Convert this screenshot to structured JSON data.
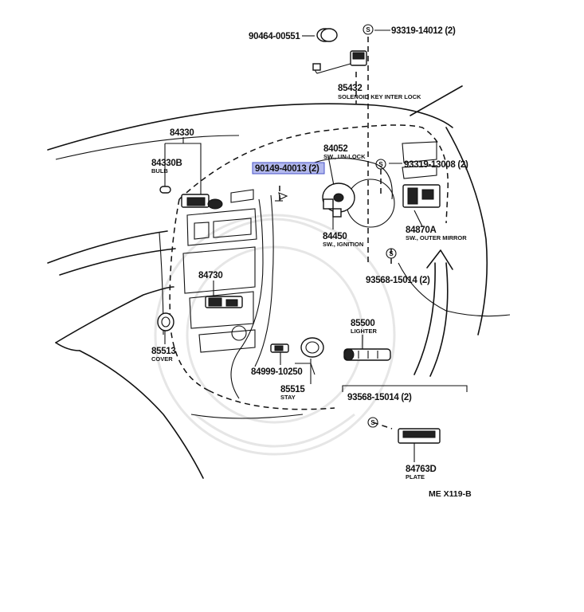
{
  "parts": [
    {
      "id": "p90464",
      "number": "90464-00551",
      "desc": ""
    },
    {
      "id": "p93319a",
      "number": "93319-14012 (2)",
      "desc": ""
    },
    {
      "id": "p85432",
      "number": "85432",
      "desc": "SOLENOID KEY INTER LOCK"
    },
    {
      "id": "p84330",
      "number": "84330",
      "desc": ""
    },
    {
      "id": "p84330b",
      "number": "84330B",
      "desc": "BULB"
    },
    {
      "id": "p90149",
      "number": "90149-40013 (2)",
      "desc": "",
      "highlighted": true
    },
    {
      "id": "p84052",
      "number": "84052",
      "desc": "SW., UN-LOCK"
    },
    {
      "id": "p93319b",
      "number": "93319-13008 (2)",
      "desc": ""
    },
    {
      "id": "p84870a",
      "number": "84870A",
      "desc": "SW., OUTER MIRROR"
    },
    {
      "id": "p84450",
      "number": "84450",
      "desc": "SW., IGNITION"
    },
    {
      "id": "p93568a",
      "number": "93568-15014 (2)",
      "desc": ""
    },
    {
      "id": "p84730",
      "number": "84730",
      "desc": ""
    },
    {
      "id": "p85500",
      "number": "85500",
      "desc": "LIGHTER"
    },
    {
      "id": "p85513",
      "number": "85513",
      "desc": "COVER"
    },
    {
      "id": "p84999",
      "number": "84999-10250",
      "desc": ""
    },
    {
      "id": "p85515",
      "number": "85515",
      "desc": "STAY"
    },
    {
      "id": "p93568b",
      "number": "93568-15014 (2)",
      "desc": ""
    },
    {
      "id": "p84763d",
      "number": "84763D",
      "desc": "PLATE"
    }
  ],
  "screw_symbol": "S",
  "diagram_ref": "ME X119-B",
  "colors": {
    "highlight": "#b3b9ee",
    "highlight_border": "#4a54c8",
    "ink": "#111111"
  }
}
